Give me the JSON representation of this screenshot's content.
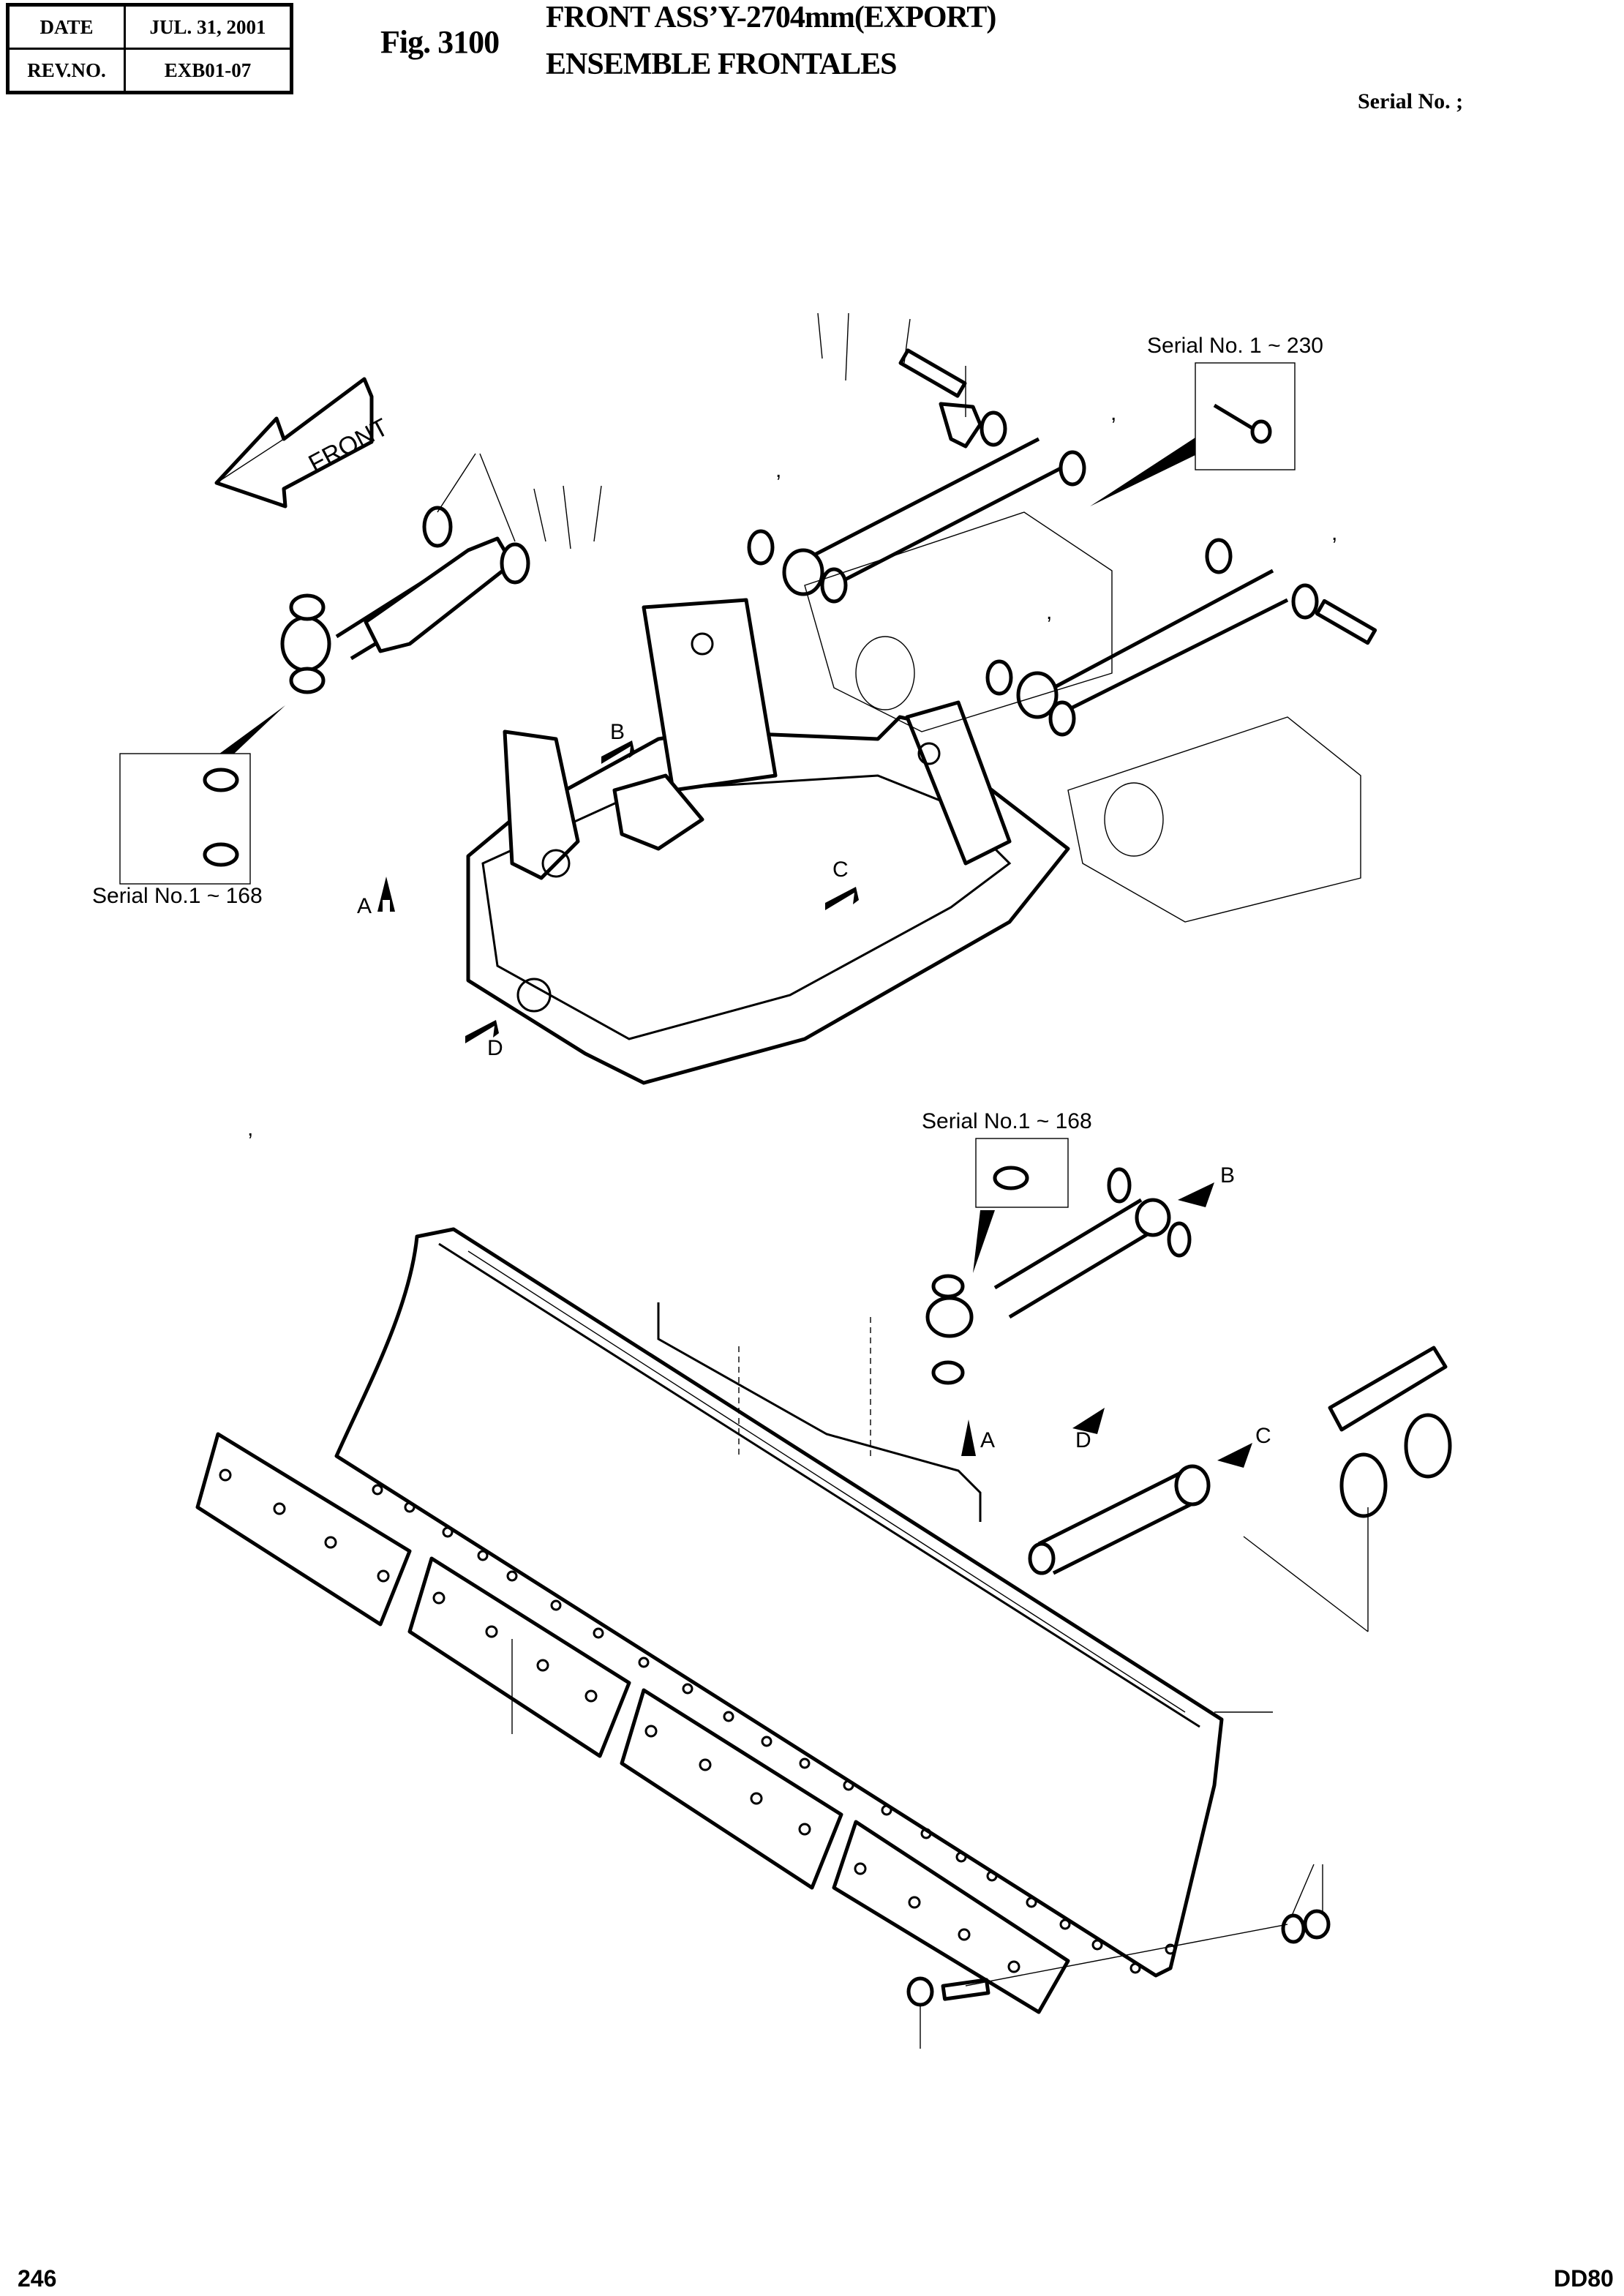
{
  "header": {
    "date_label": "DATE",
    "date_value": "JUL. 31, 2001",
    "rev_label": "REV.NO.",
    "rev_value": "EXB01-07",
    "figure_number": "Fig. 3100",
    "title_en": "FRONT ASS’Y-2704mm(EXPORT)",
    "title_fr": "ENSEMBLE FRONTALES",
    "serial_label": "Serial No. ;"
  },
  "diagram": {
    "front_arrow_label": "FRONT",
    "callouts": {
      "serial_1_230": "Serial No. 1 ~ 230",
      "serial_1_168_left": "Serial No.1 ~ 168",
      "serial_1_168_center": "Serial No.1 ~ 168"
    },
    "reference_arrows": [
      {
        "id": "A",
        "label": "A"
      },
      {
        "id": "B",
        "label": "B"
      },
      {
        "id": "C",
        "label": "C"
      },
      {
        "id": "D",
        "label": "D"
      },
      {
        "id": "A2",
        "label": "A"
      },
      {
        "id": "B2",
        "label": "B"
      },
      {
        "id": "C2",
        "label": "C"
      },
      {
        "id": "D2",
        "label": "D"
      }
    ],
    "comma_marks": [
      ",",
      ",",
      ",",
      ",",
      ","
    ]
  },
  "footer": {
    "page_number": "246",
    "model": "DD80"
  }
}
